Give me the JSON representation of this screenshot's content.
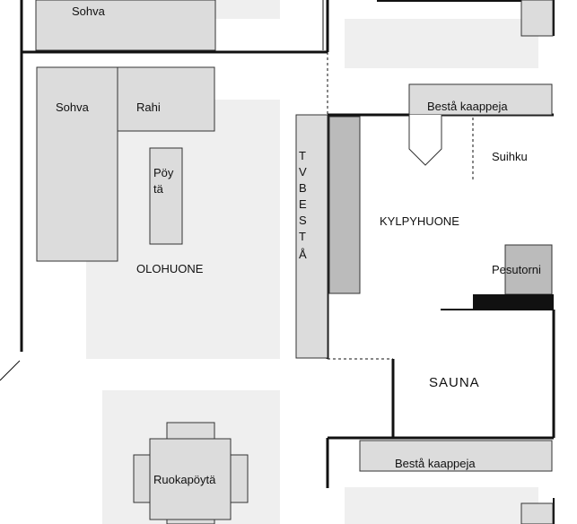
{
  "colors": {
    "background": "#ffffff",
    "rug": "#efefef",
    "furniture": "#dcdcdc",
    "furniture_dark": "#bbbbbb",
    "wall": "#111111",
    "outline": "#333333"
  },
  "labels": {
    "sofa_top": "Sohva",
    "sofa": "Sohva",
    "ottoman": "Rahi",
    "coffee_table_line1": "Pöy",
    "coffee_table_line2": "tä",
    "living_room": "OLOHUONE",
    "tv_besta": [
      "T",
      "V",
      "B",
      "E",
      "S",
      "T",
      "Å"
    ],
    "cabinets_top": "Bestå kaappeja",
    "shower": "Suihku",
    "bathroom": "KYLPYHUONE",
    "washer_tower": "Pesutorni",
    "sauna": "SAUNA",
    "cabinets_bottom": "Bestå kaappeja",
    "dining_table": "Ruokapöytä"
  }
}
